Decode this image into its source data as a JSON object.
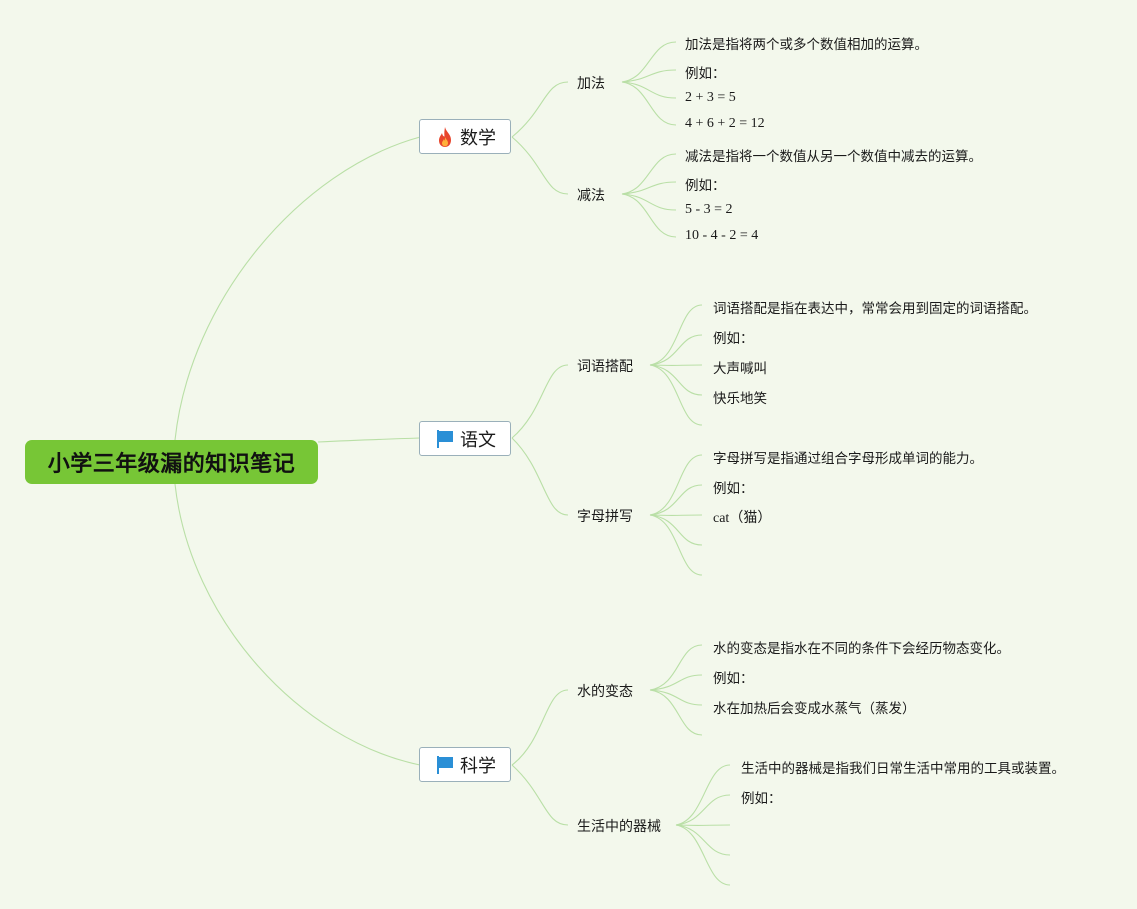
{
  "root": {
    "title": "小学三年级漏的知识笔记"
  },
  "branches": {
    "math": {
      "label": "数学",
      "icon": "fire-icon"
    },
    "chinese": {
      "label": "语文",
      "icon": "blue-flag-icon"
    },
    "science": {
      "label": "科学",
      "icon": "blue-flag-icon"
    }
  },
  "math": {
    "addition": {
      "label": "加法",
      "items": [
        "加法是指将两个或多个数值相加的运算。",
        "例如：",
        "2 + 3 = 5",
        "4 + 6 + 2 = 12"
      ]
    },
    "subtraction": {
      "label": "减法",
      "items": [
        "减法是指将一个数值从另一个数值中减去的运算。",
        "例如：",
        "5 - 3 = 2",
        "10 - 4 - 2 = 4"
      ]
    }
  },
  "chinese": {
    "collocation": {
      "label": "词语搭配",
      "items": [
        "词语搭配是指在表达中，常常会用到固定的词语搭配。",
        "例如：",
        "大声喊叫",
        "快乐地笑"
      ]
    },
    "spelling": {
      "label": "字母拼写",
      "items": [
        "字母拼写是指通过组合字母形成单词的能力。",
        "例如：",
        "cat（猫）",
        "",
        ""
      ]
    }
  },
  "science": {
    "water": {
      "label": "水的变态",
      "items": [
        "水的变态是指水在不同的条件下会经历物态变化。",
        "例如：",
        "水在加热后会变成水蒸气（蒸发）",
        ""
      ]
    },
    "tools": {
      "label": "生活中的器械",
      "items": [
        "生活中的器械是指我们日常生活中常用的工具或装置。",
        "例如：",
        "",
        "",
        ""
      ]
    }
  },
  "colors": {
    "background": "#f3f8ec",
    "root": "#77c636",
    "connector": "#b9dfa6",
    "fire": "#e8452c",
    "flag": "#2a8fd6"
  }
}
